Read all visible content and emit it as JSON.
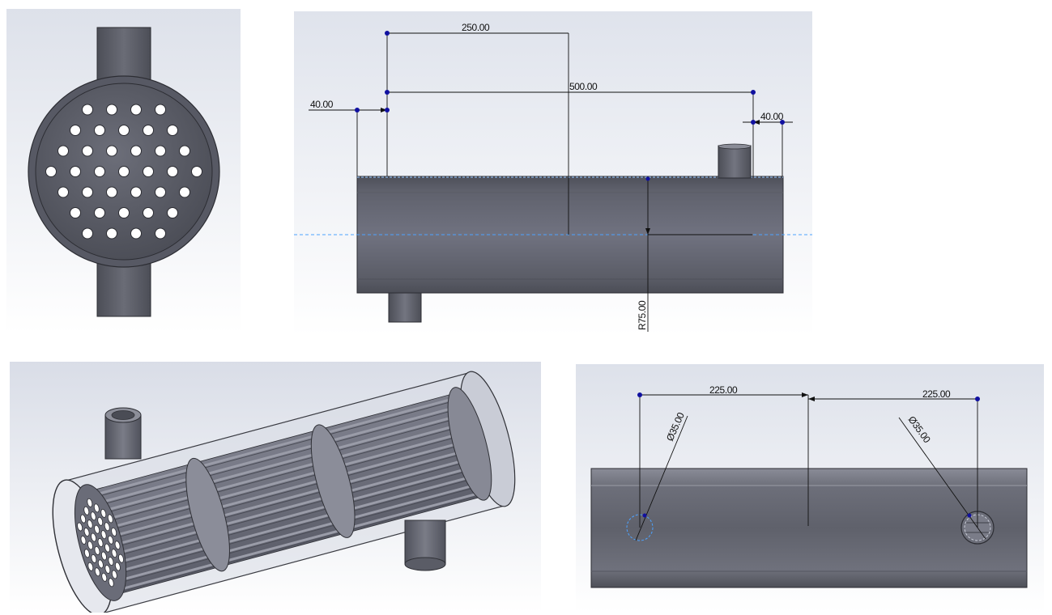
{
  "front_view": {
    "icon": "shell-end-view-icon"
  },
  "side_view": {
    "dims": {
      "d_250": "250.00",
      "d_500": "500.00",
      "d_40_left": "40.00",
      "d_40_right": "40.00",
      "d_r75": "R75.00"
    }
  },
  "iso_view": {
    "icon": "exchanger-isometric-icon"
  },
  "top_view": {
    "dims": {
      "d_225_left": "225.00",
      "d_225_right": "225.00",
      "d_dia_left": "Ø35.00",
      "d_dia_right": "Ø35.00"
    }
  },
  "colors": {
    "steel_dark": "#53555f",
    "steel_mid": "#6b6d78",
    "steel_light": "#8a8c97",
    "background_top": "#dde1ea",
    "background_bottom": "#ffffff",
    "dimension_point": "#1010a0",
    "centerline": "#4da3ff"
  }
}
